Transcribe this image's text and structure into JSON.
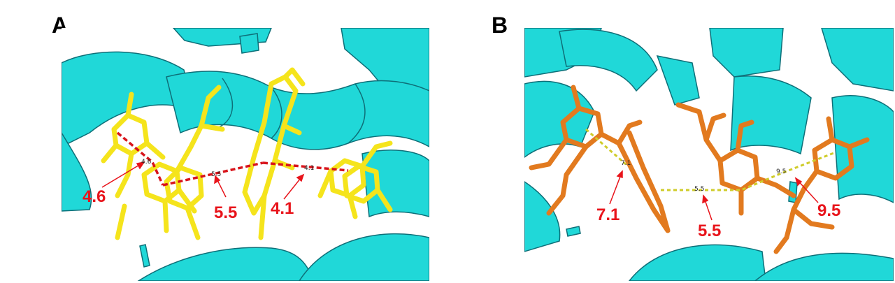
{
  "panels": [
    {
      "letter": "A",
      "ligand_color": "#f5e41c",
      "dash_color": "#d8141b",
      "labels": [
        "4.6",
        "5.5",
        "4.1"
      ],
      "mini_labels": [
        "4.6",
        "5.5",
        "4.1"
      ]
    },
    {
      "letter": "B",
      "ligand_color": "#e27a1f",
      "dash_color": "#cfcc2a",
      "labels": [
        "7.1",
        "5.5",
        "9.5"
      ],
      "mini_labels": [
        "7.1",
        "5.5",
        "9.5"
      ]
    }
  ],
  "colors": {
    "helix": "#20d8d8",
    "helix_edge": "#0e6f78",
    "annotation": "#e8141b"
  }
}
